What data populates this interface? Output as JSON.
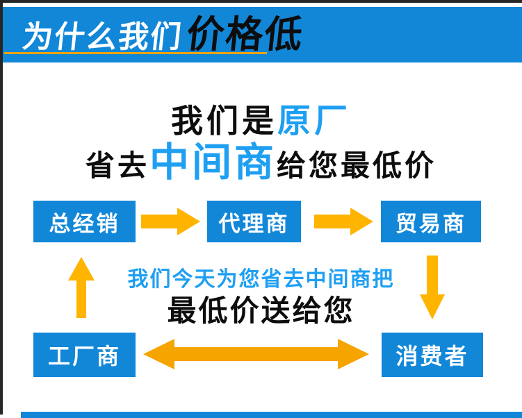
{
  "banner": {
    "title_white": "为什么我们",
    "title_black": "价格低"
  },
  "headline": {
    "line1_black": "我们是",
    "line1_blue": "原厂",
    "line2_black_left": "省去",
    "line2_blue": "中间商",
    "line2_black_right": "给您最低价"
  },
  "flow": {
    "top_boxes": [
      "总经销",
      "代理商",
      "贸易商"
    ],
    "bottom_boxes": [
      "工厂商",
      "消费者"
    ],
    "note_blue": "我们今天为您省去中间商把",
    "note_black": "最低价送给您"
  },
  "colors": {
    "primary_blue": "#1287d8",
    "accent_text_blue": "#1e9ff2",
    "arrow_yellow": "#ffb400",
    "arrow_orange": "#f5a400",
    "underline_gold": "#efa300",
    "border_black": "#262626"
  }
}
